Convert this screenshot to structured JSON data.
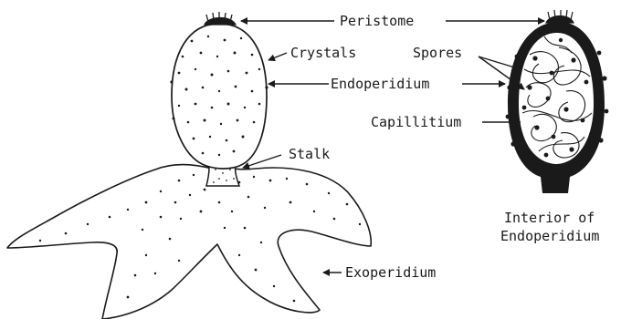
{
  "labels": {
    "peristome": "Peristome",
    "crystals": "Crystals",
    "spores": "Spores",
    "endoperidium": "Endoperidium",
    "capillitium": "Capillitium",
    "stalk": "Stalk",
    "exoperidium": "Exoperidium",
    "interior_line1": "Interior of",
    "interior_line2": "Endoperidium"
  },
  "colors": {
    "ink": "#1a1a1a",
    "paper": "#ffffff"
  }
}
